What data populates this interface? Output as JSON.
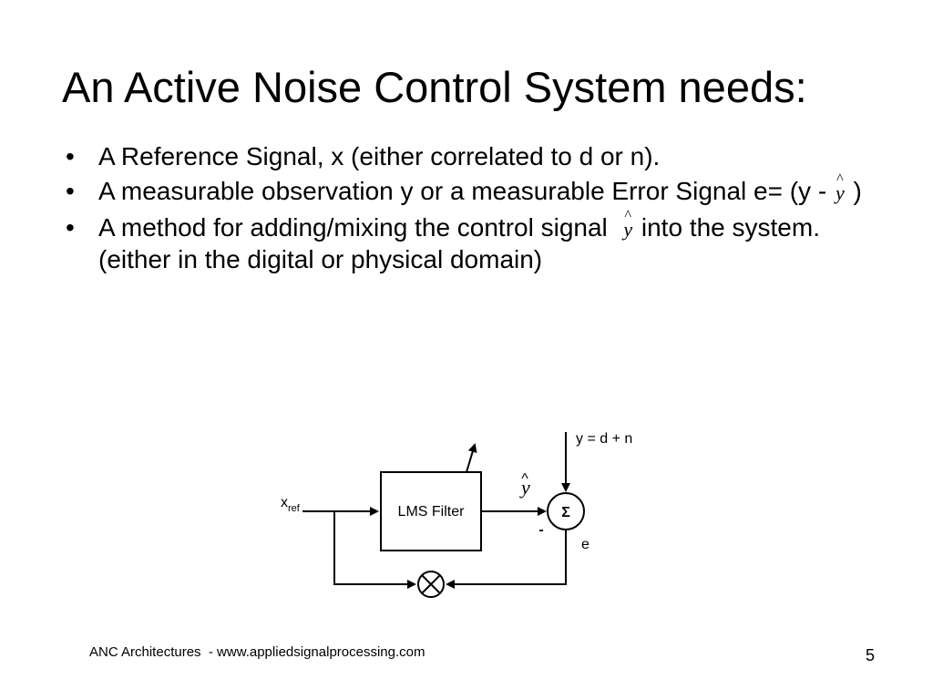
{
  "slide": {
    "title": "An Active Noise Control System needs:",
    "bullets": [
      {
        "pre": "A Reference Signal, x (either correlated to d or n).",
        "math": "",
        "post": ""
      },
      {
        "pre": "A measurable observation y or a measurable Error Signal e= (y - ",
        "math": "y",
        "post": " )"
      },
      {
        "pre": "A method for adding/mixing the control signal ",
        "math": "y",
        "post": " into the system. (either in the digital or physical domain)"
      }
    ],
    "bullet_glyph": "•",
    "footer": "ANC Architectures  - www.appliedsignalprocessing.com",
    "page_number": "5"
  },
  "diagram": {
    "filter_label": "LMS Filter",
    "input_label_main": "x",
    "input_label_sub": "ref",
    "observation_label": "y = d + n",
    "error_label": "e",
    "estimate_label": "y",
    "estimate_accent": "^",
    "sum_symbol": "Σ",
    "minus_sign": "-"
  }
}
